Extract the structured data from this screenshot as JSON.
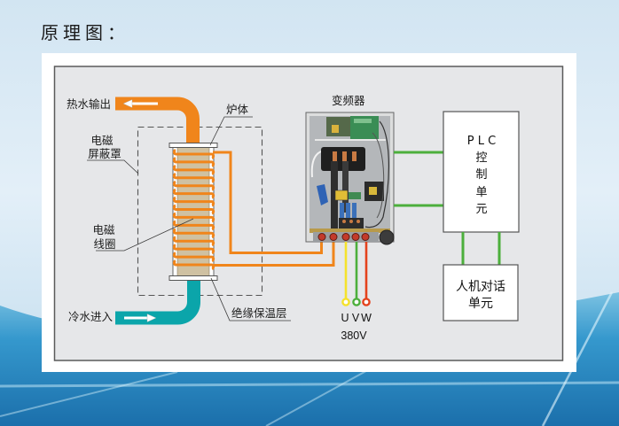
{
  "slide": {
    "title": "原理图："
  },
  "diagram": {
    "hot_water_out": "热水输出",
    "cold_water_in": "冷水进入",
    "em_shield": [
      "电磁",
      "屏蔽罩"
    ],
    "em_coil": [
      "电磁",
      "线圈"
    ],
    "furnace_body": "炉体",
    "insulation_layer": "绝缘保温层",
    "inverter": "变频器",
    "plc_unit": [
      "P L C",
      "控",
      "制",
      "单",
      "元"
    ],
    "hmi_unit": [
      "人机对话",
      "单元"
    ],
    "power_phases": [
      "U",
      "V",
      "W"
    ],
    "power_voltage": "380V",
    "coil_turns": 15,
    "inverter_terminals": 5,
    "colors": {
      "hot_water_pipe": "#f0851b",
      "cold_water_pipe": "#0ba5aa",
      "coil_wire": "#f0851b",
      "furnace_body": "#cfc1a2",
      "signal_wire": "#4caf3c",
      "phase_u": "#f5e22b",
      "phase_v": "#4caf3c",
      "phase_w": "#e4421d",
      "panel_bg": "#e6e7e9"
    }
  }
}
